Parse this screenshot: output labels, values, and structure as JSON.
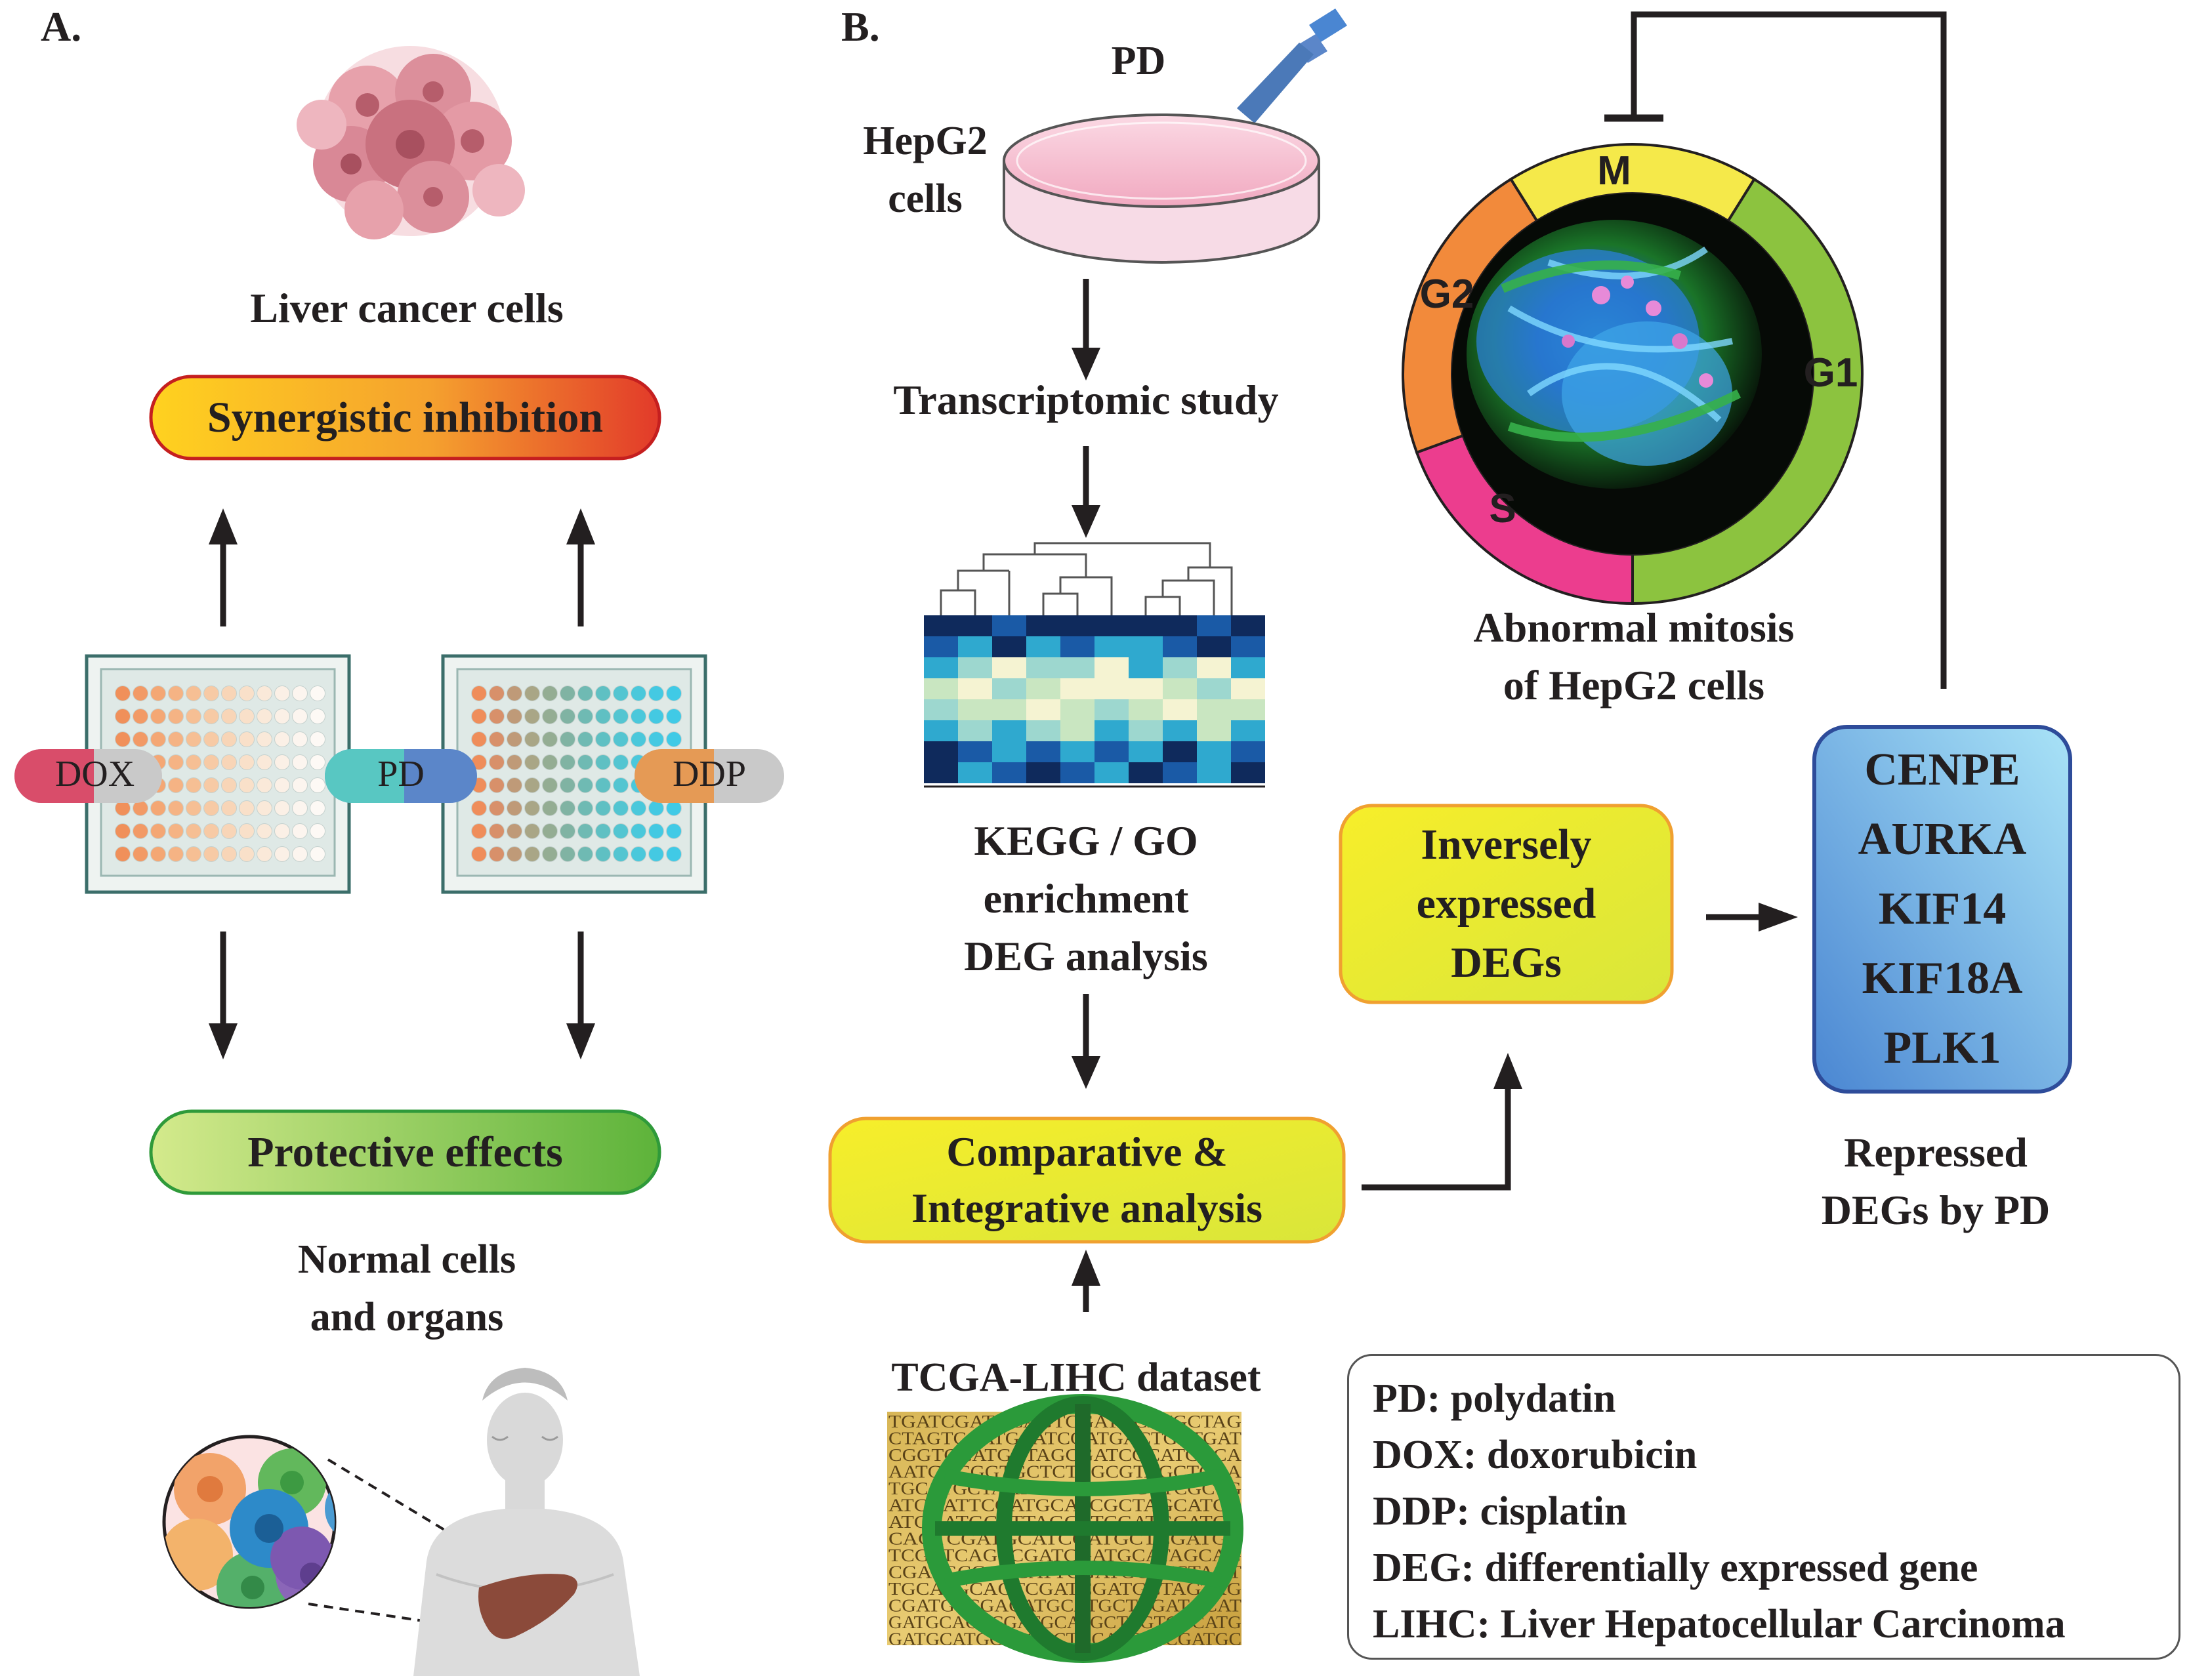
{
  "panel_a": {
    "label": "A.",
    "liver_cancer_cells": "Liver cancer cells",
    "synergistic_inhibition": "Synergistic inhibition",
    "protective_effects": "Protective effects",
    "normal_cells": [
      "Normal cells",
      "and organs"
    ],
    "drugs": {
      "dox": "DOX",
      "pd": "PD",
      "ddp": "DDP"
    }
  },
  "panel_b": {
    "label": "B.",
    "pd": "PD",
    "hepg2_cells": [
      "HepG2",
      "cells"
    ],
    "transcriptomic_study": "Transcriptomic study",
    "enrichment": [
      "KEGG / GO",
      "enrichment",
      "DEG analysis"
    ],
    "comparative": [
      "Comparative &",
      "Integrative analysis"
    ],
    "tcga_dataset": "TCGA-LIHC dataset",
    "inversely_expressed": [
      "Inversely",
      "expressed",
      "DEGs"
    ],
    "genes": [
      "CENPE",
      "AURKA",
      "KIF14",
      "KIF18A",
      "PLK1"
    ],
    "repressed": [
      "Repressed",
      "DEGs by PD"
    ],
    "cell_cycle_phases": {
      "m": "M",
      "g1": "G1",
      "s": "S",
      "g2": "G2"
    },
    "abnormal_mitosis": [
      "Abnormal mitosis",
      "of HepG2 cells"
    ],
    "dna_text": [
      "TGATCGATGCAGTCGATGCATGCTAG",
      "CTAGTCGATGCATCGATGACTGCTGAT",
      "CGGTGCATGCTAGCGATCGCATCGCA",
      "AATGACGGTGCTCTAGCGTAGCTCGA",
      "TGCATGCTAATGCATCGATGCTCGCTG",
      "ATCGATTCGATGCATCGCTAGCATCG",
      "ATGCATGCATTAGCATCGATGCATCG",
      "CAGTCGATGCATCGATGCTCGATGC",
      "TCGATCAGTCGATCGATGCATAGCAG",
      "CGATGCGCGCATTCGATGCATCTAGT",
      "TGCATGCAGTCGATCGATGCTAGTAG",
      "CGATGTCGACATGCATGCTCGATGCAT",
      "GATGCAGTCGATGCATGCTAGTCGCATG",
      "GATGCATGCATGACTGCATGATCGATGC"
    ]
  },
  "legend": [
    "PD: polydatin",
    "DOX: doxorubicin",
    "DDP: cisplatin",
    "DEG: differentially expressed gene",
    "LIHC: Liver Hepatocellular Carcinoma"
  ],
  "colors": {
    "arrow": "#231f20",
    "synergy_left": "#ffd21f",
    "synergy_right": "#e23a2a",
    "protective_left": "#d4ea8c",
    "protective_right": "#5db33a",
    "yellow_box": "#f2ee2e",
    "gene_box_top": "#9ddcf4",
    "gene_box_bottom": "#4f8fd6",
    "phase_m": "#f5e94a",
    "phase_g1": "#8cc33f",
    "phase_s": "#ec3d8e",
    "phase_g2": "#f28a3b"
  },
  "icons": [
    "cancer-cell-cluster-icon",
    "well-plate-icon",
    "pill-icon",
    "pipette-icon",
    "petri-dish-icon",
    "heatmap-icon",
    "globe-icon",
    "human-body-icon",
    "liver-icon",
    "normal-cells-icon",
    "mitosis-image-icon"
  ]
}
